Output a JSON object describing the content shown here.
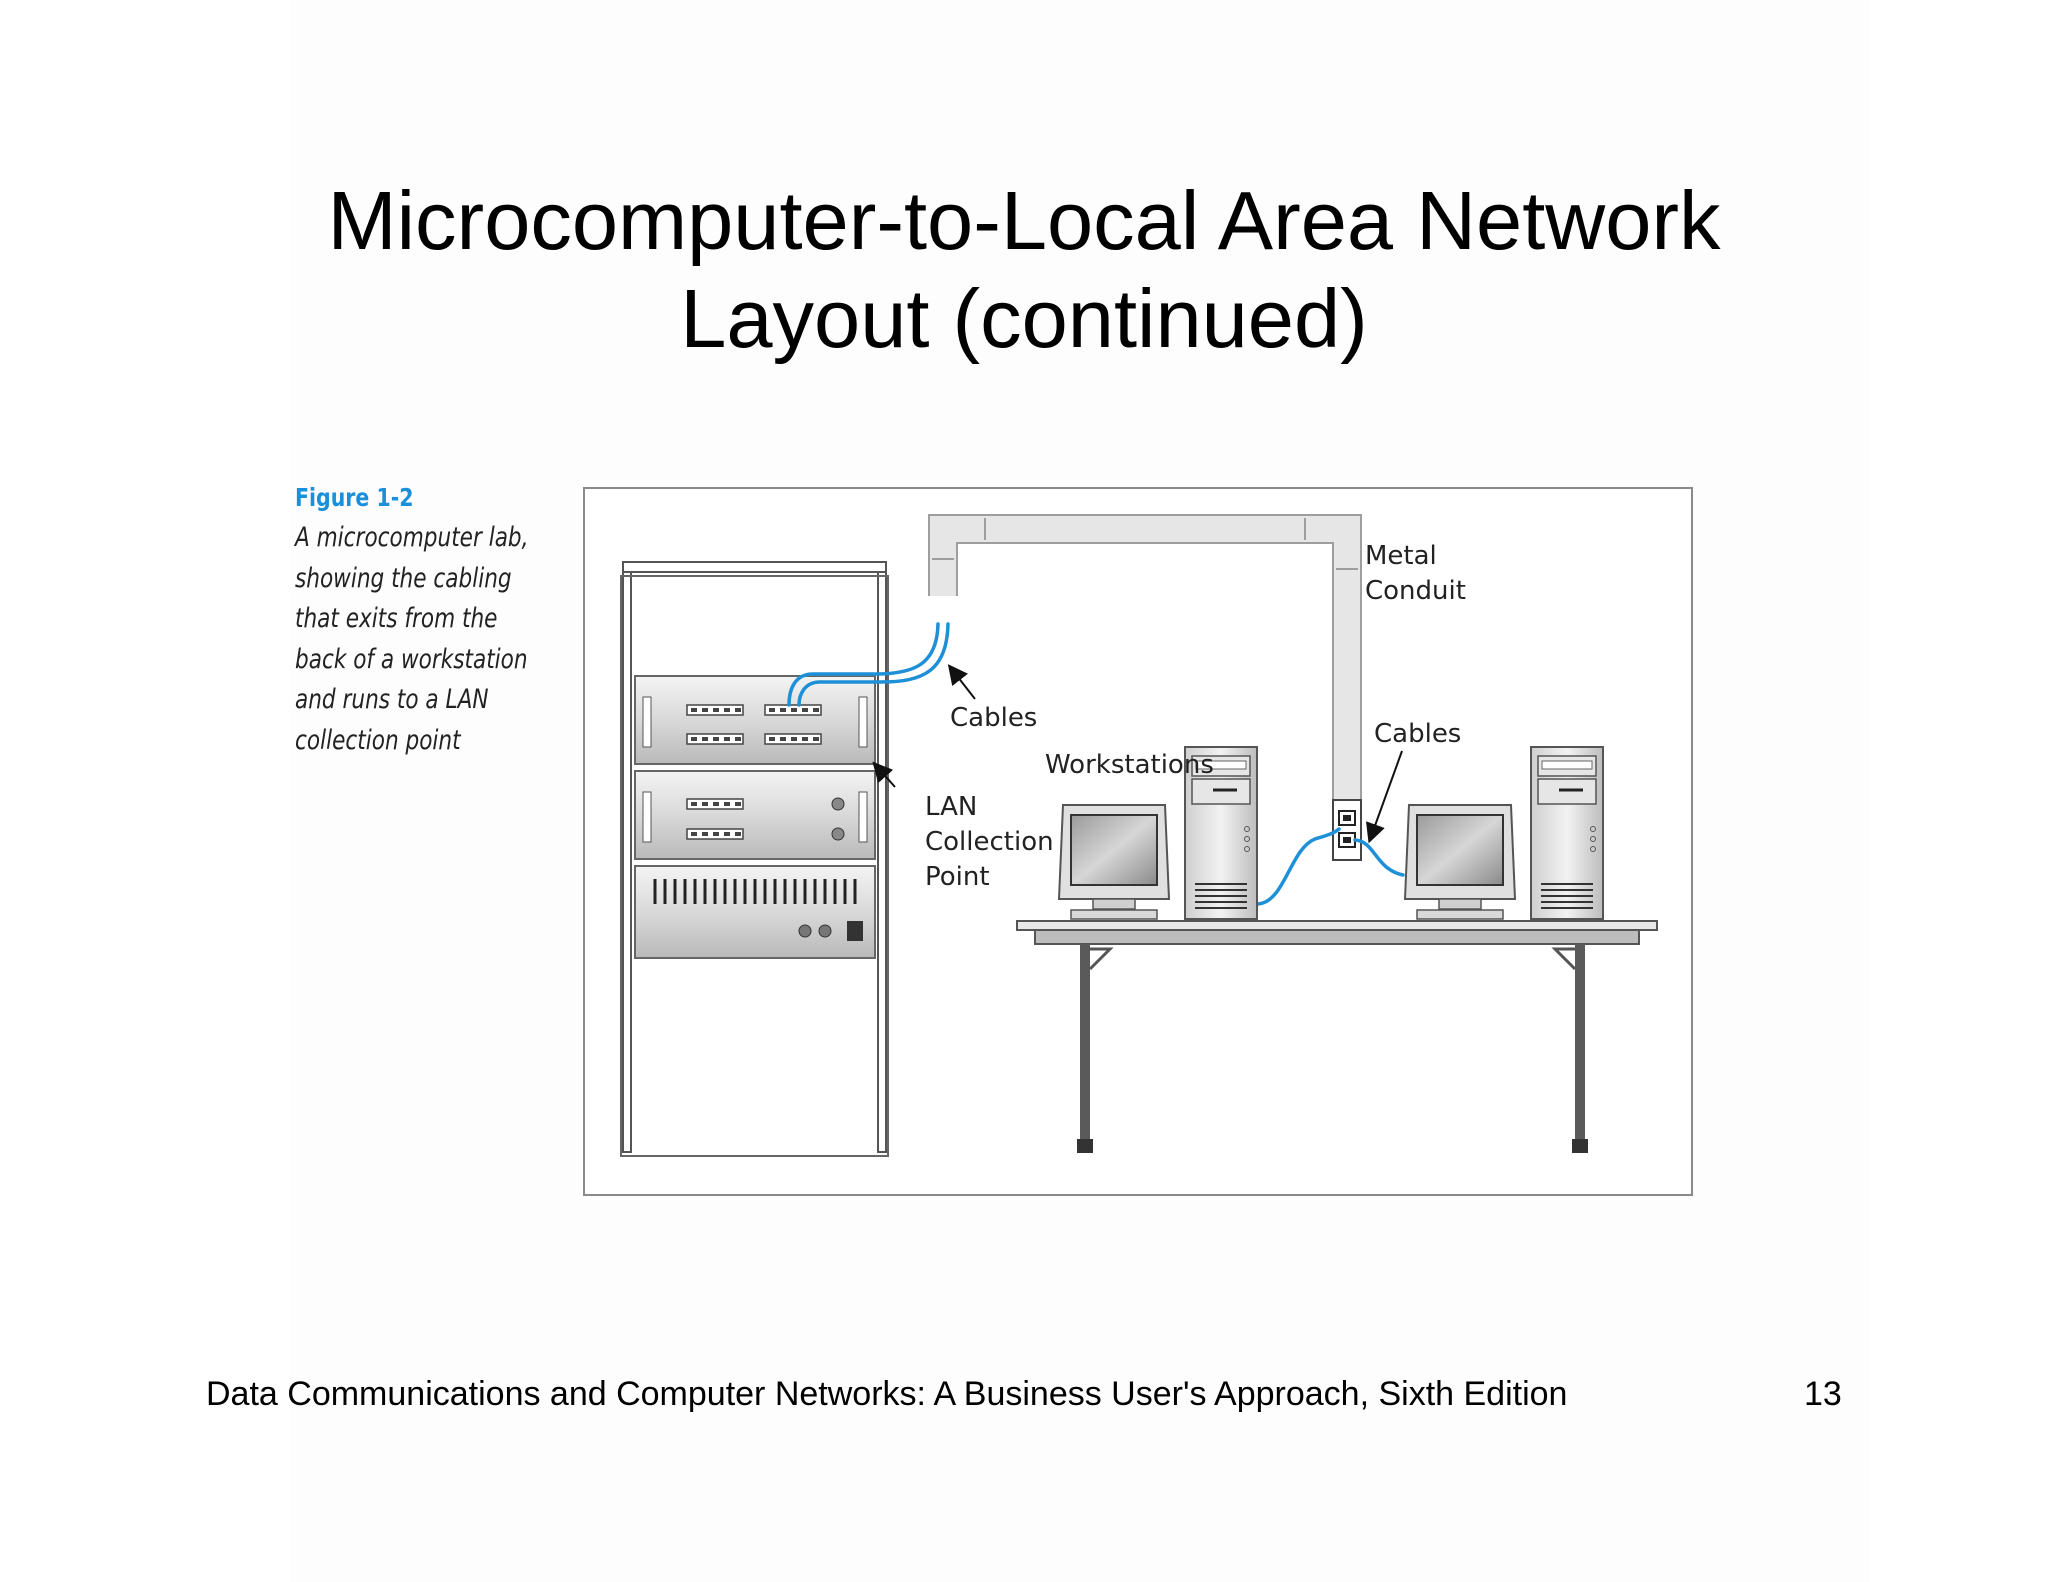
{
  "slide": {
    "title_line1": "Microcomputer-to-Local Area Network",
    "title_line2": "Layout (continued)",
    "footer": "Data Communications and Computer Networks: A Business User's Approach, Sixth Edition",
    "page_number": "13"
  },
  "caption": {
    "label": "Figure 1-2",
    "lines": [
      "A microcomputer lab,",
      "showing the cabling",
      "that exits from the",
      "back of a workstation",
      "and runs to a LAN",
      "collection point"
    ]
  },
  "figure": {
    "labels": {
      "metal": "Metal",
      "conduit": "Conduit",
      "cables_top": "Cables",
      "cables_right": "Cables",
      "workstations": "Workstations",
      "lan": "LAN",
      "collection": "Collection",
      "point": "Point"
    },
    "colors": {
      "cable": "#1e90d8",
      "caption_accent": "#1a8fdc"
    }
  }
}
